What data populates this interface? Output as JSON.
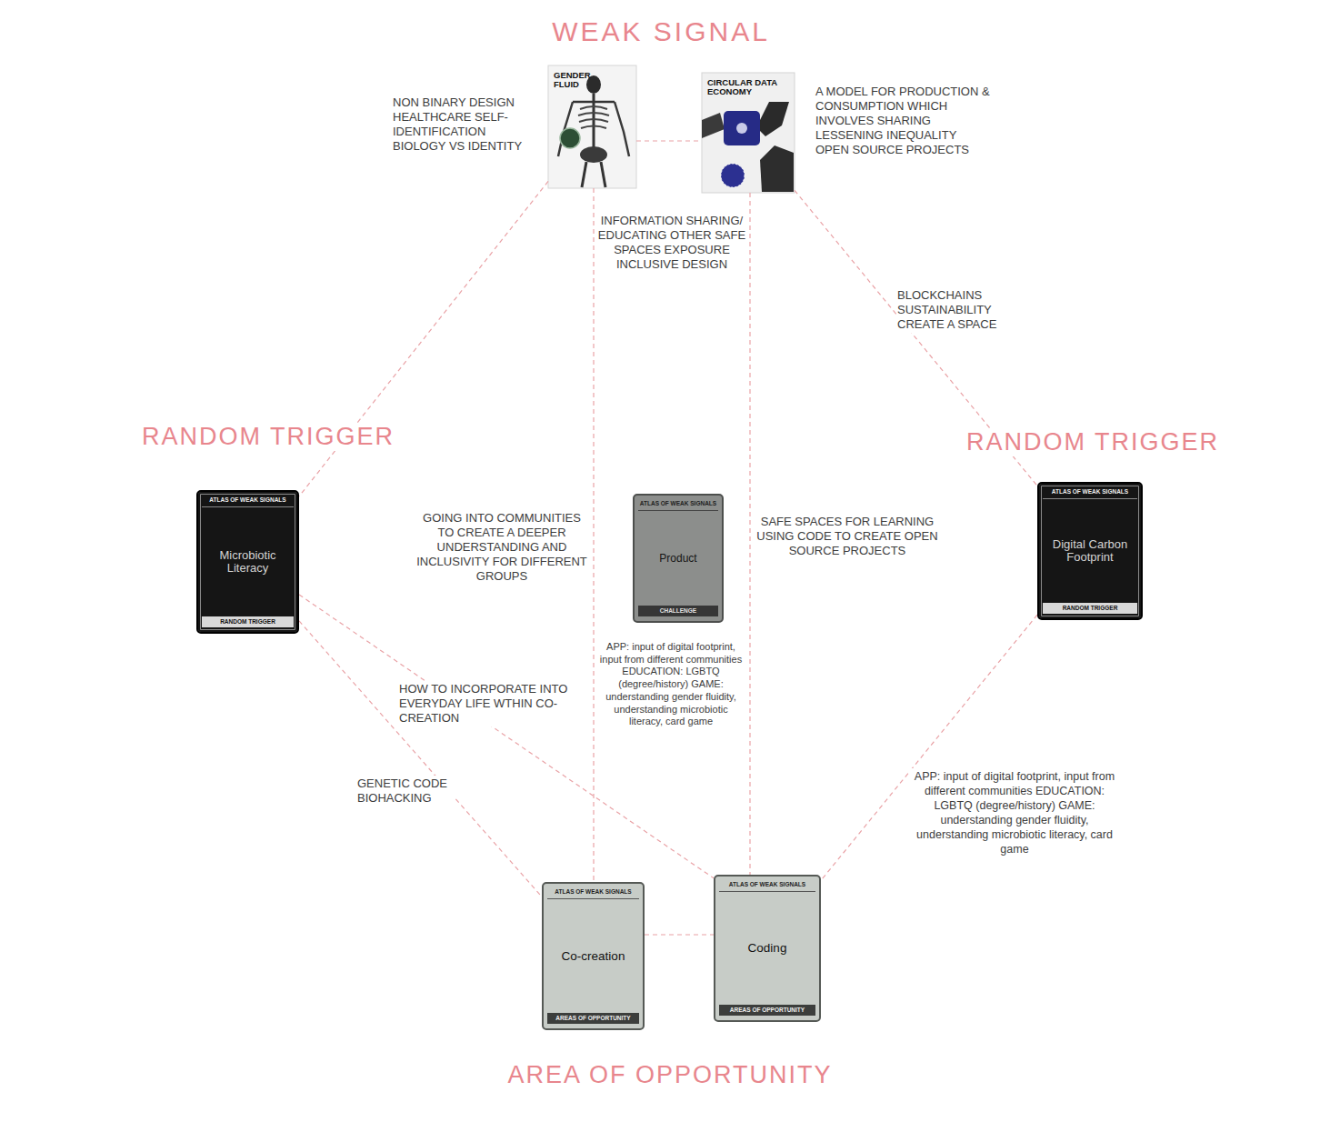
{
  "diagram": {
    "nodes": [
      {
        "text": [
          "GENDER FLUID"
        ]
      },
      {
        "text": [
          "CIRCULAR DATA ECONOMY"
        ]
      },
      {
        "text": [
          "ATLAS OF WEAK SIGNALS",
          "Microbiotic Literacy",
          "RANDOM TRIGGER"
        ]
      },
      {
        "text": [
          "ATLAS OF WEAK SIGNALS",
          "Product",
          "CHALLENGE"
        ]
      },
      {
        "text": [
          "ATLAS OF WEAK SIGNALS",
          "Digital Carbon Footprint",
          "RANDOM TRIGGER"
        ]
      },
      {
        "text": [
          "ATLAS OF WEAK SIGNALS",
          "Co-creation",
          "AREAS OF OPPORTUNITY"
        ]
      },
      {
        "text": [
          "ATLAS OF WEAK SIGNALS",
          "Coding",
          "AREAS OF OPPORTUNITY"
        ]
      }
    ],
    "edges": [
      {
        "from": 0,
        "to": 1,
        "arrow": "none"
      },
      {
        "from": 0,
        "to": 2,
        "arrow": "none"
      },
      {
        "from": 1,
        "to": 4,
        "label": "BLOCKCHAINS SUSTAINABILITY CREATE A SPACE",
        "arrow": "none"
      },
      {
        "from": 0,
        "to": 5,
        "label": "GOING INTO COMMUNITIES TO CREATE A DEEPER UNDERSTANDING AND INCLUSIVITY FOR DIFFERENT GROUPS",
        "arrow": "none"
      },
      {
        "from": 1,
        "to": 6,
        "label": "SAFE SPACES FOR LEARNING USING CODE TO CREATE OPEN SOURCE PROJECTS",
        "arrow": "none"
      },
      {
        "from": 2,
        "to": 5,
        "label": "GENETIC CODE BIOHACKING",
        "arrow": "none"
      },
      {
        "from": 2,
        "to": 6,
        "label": "HOW TO INCORPORATE INTO EVERYDAY LIFE WTHIN CO-CREATION",
        "arrow": "none"
      },
      {
        "from": 4,
        "to": 6,
        "label": "APP: input of digital footprint, input from different communities EDUCATION: LGBTQ (degree/history) GAME: understanding gender fluidity, understanding microbiotic literacy, card game",
        "arrow": "none"
      },
      {
        "from": 5,
        "to": 6,
        "arrow": "none"
      }
    ],
    "labels": [
      "WEAK SIGNAL",
      "RANDOM TRIGGER",
      "RANDOM TRIGGER",
      "AREA OF OPPORTUNITY",
      "NON BINARY DESIGN HEALTHCARE SELF-IDENTIFICATION BIOLOGY VS IDENTITY",
      "A MODEL FOR PRODUCTION & CONSUMPTION WHICH INVOLVES SHARING LESSENING INEQUALITY OPEN SOURCE PROJECTS",
      "INFORMATION SHARING/ EDUCATING OTHER SAFE SPACES EXPOSURE INCLUSIVE DESIGN",
      "APP: input of digital footprint, input from different communities EDUCATION: LGBTQ (degree/history) GAME: understanding gender fluidity, understanding microbiotic literacy, card game"
    ]
  }
}
